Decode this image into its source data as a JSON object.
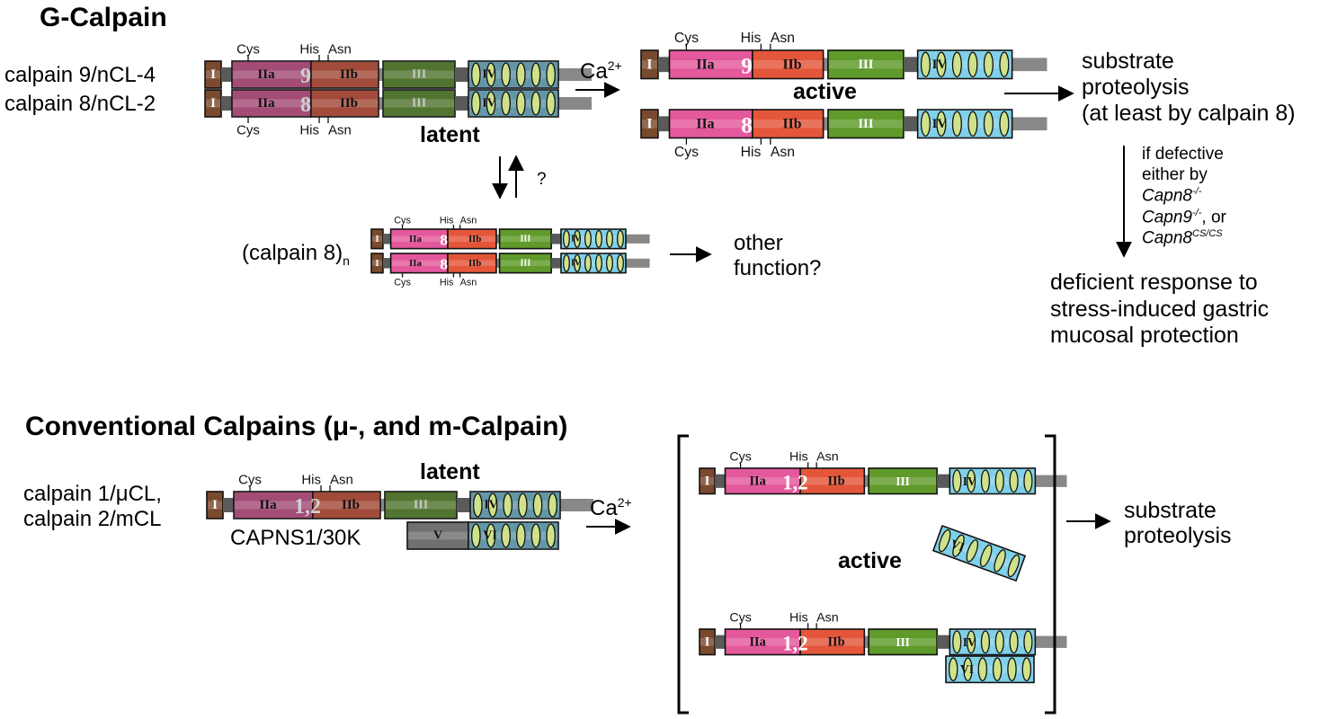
{
  "gcalpain": {
    "title": "G-Calpain",
    "row1_label": "calpain 9/nCL-4",
    "row2_label": "calpain 8/nCL-2",
    "latent": "latent",
    "active": "active",
    "ca_label": "Ca",
    "ca_sup": "2+",
    "question": "?",
    "calpain8n_label": "(calpain 8)",
    "calpain8n_sub": "n",
    "other_function_1": "other",
    "other_function_2": "function?",
    "substrate_1": "substrate",
    "substrate_2": "proteolysis",
    "substrate_3": "(at least by calpain 8)",
    "defect_1": "if defective",
    "defect_2": "either by",
    "defect_3": "Capn8",
    "defect_3_sup": "-/-",
    "defect_4": "Capn9",
    "defect_4_sup": "-/-",
    "defect_4_tail": ", or",
    "defect_5": "Capn8",
    "defect_5_sup": "CS/CS",
    "result_1": "deficient response to",
    "result_2": "stress-induced gastric",
    "result_3": "mucosal protection"
  },
  "conventional": {
    "title": "Conventional Calpains (μ-, and m-Calpain)",
    "row1_label": "calpain 1/μCL,",
    "row2_label": "calpain 2/mCL",
    "small_subunit": "CAPNS1/30K",
    "latent": "latent",
    "active": "active",
    "ca_label": "Ca",
    "ca_sup": "2+",
    "substrate_1": "substrate",
    "substrate_2": "proteolysis"
  },
  "site_labels": {
    "cys": "Cys",
    "his": "His",
    "asn": "Asn"
  },
  "domain_labels": {
    "I": "I",
    "IIa": "IIa",
    "IIb": "IIb",
    "III": "III",
    "IV": "IV",
    "V": "V",
    "VI": "VI"
  },
  "isoform_marks": {
    "nine": "9",
    "eight": "8",
    "onetwo": "1,2"
  },
  "colors": {
    "domain_I": "#7a4a2e",
    "domain_IIa": "#e4589c",
    "domain_IIb": "#e4563a",
    "domain_III": "#5f9a2a",
    "domain_IV": "#7fd0e8",
    "domain_V": "#707070",
    "linker": "#5a5a5a",
    "latent_tint": "#3a3a3a"
  }
}
